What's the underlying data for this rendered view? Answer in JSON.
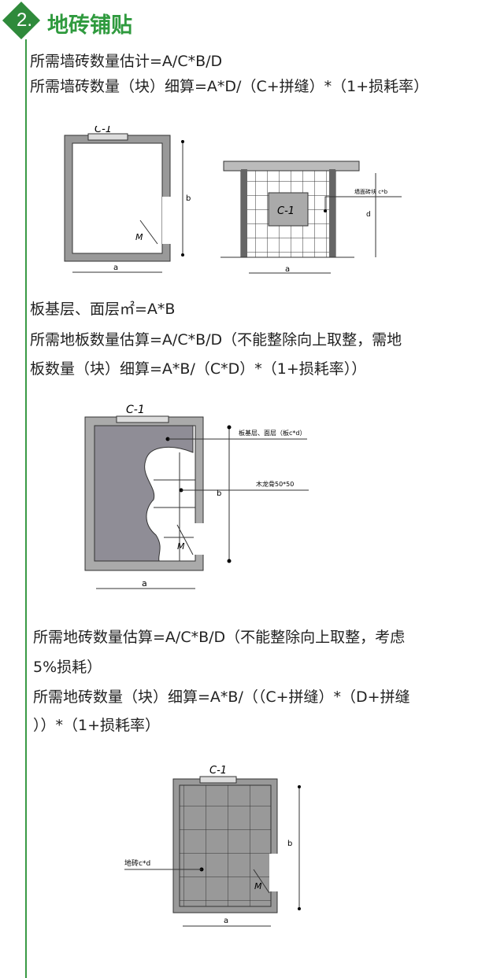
{
  "header": {
    "number": "2.",
    "title": "地砖铺贴",
    "accent_color": "#2f8a3b"
  },
  "lines": [
    "所需墙砖数量估计=A/C*B/D",
    "所需墙砖数量（块）细算=A*D/（C+拼缝）*（1+损耗率）",
    "板基层、面层㎡=A*B",
    "所需地板数量估算=A/C*B/D（不能整除向上取整，需地",
    "板数量（块）细算=A*B/（C*D）*（1+损耗率））",
    "所需地砖数量估算=A/C*B/D（不能整除向上取整，考虑",
    "5%损耗）",
    "所需地砖数量（块）细算=A*B/（（C+拼缝）*（D+拼缝",
    "））*（1+损耗率）"
  ],
  "diagrams": {
    "window": "C-1",
    "door": "M",
    "a": "a",
    "b": "b",
    "d": "d",
    "wall_tile": "墙面砖块 c*b",
    "board_layer": "板基层、面层（板c*d）",
    "keel": "木龙骨50*50",
    "floor_tile": "地砖c*d"
  }
}
